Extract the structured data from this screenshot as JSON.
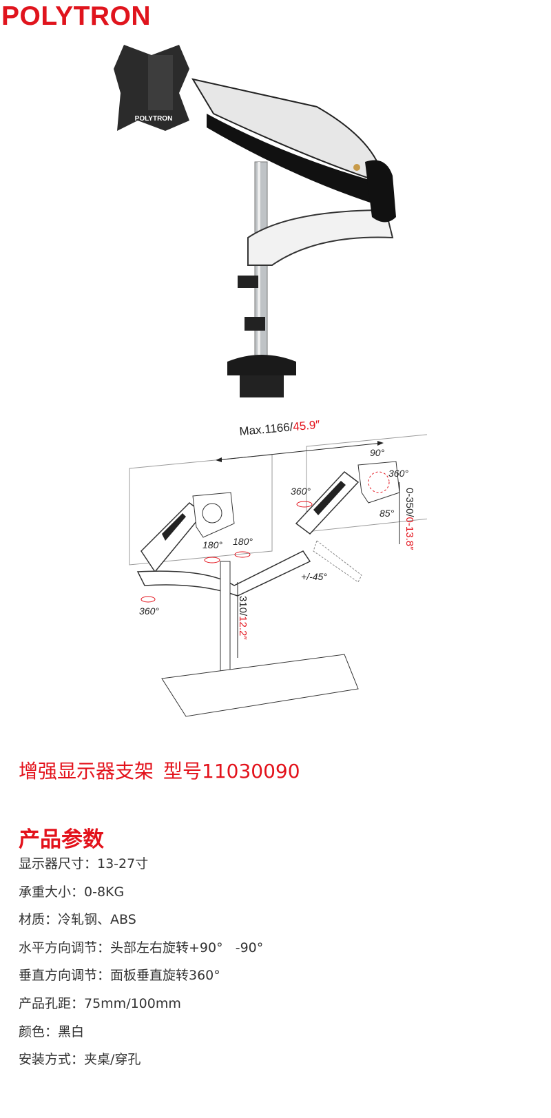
{
  "brand": {
    "logo": "POLYTRON",
    "plate_logo": "POLYTRON",
    "color": "#e0141d"
  },
  "diagram": {
    "max_reach_prefix": "Max.1166/",
    "max_reach_inch": "45.9″",
    "height_mm": "310/",
    "height_inch": "12.2″",
    "lift_mm": "0-350/",
    "lift_inch": "0-13.8″",
    "angles": {
      "tilt_up": "90°",
      "rotate_plate": "360°",
      "tilt_down": "85°",
      "swivel_arm_right": "360°",
      "swivel_left_a": "180°",
      "swivel_left_b": "180°",
      "swivel_base": "360°",
      "pan": "+/-45°"
    }
  },
  "product": {
    "title": "增强显示器支架",
    "model": "型号11030090",
    "section_heading": "产品参数",
    "specs": [
      "显示器尺寸：13-27寸",
      "承重大小：0-8KG",
      "材质：冷轧钢、ABS",
      "水平方向调节：头部左右旋转+90°   -90°",
      "垂直方向调节：面板垂直旋转360°",
      "产品孔距：75mm/100mm",
      "颜色：黑白",
      "安装方式：夹桌/穿孔"
    ]
  }
}
